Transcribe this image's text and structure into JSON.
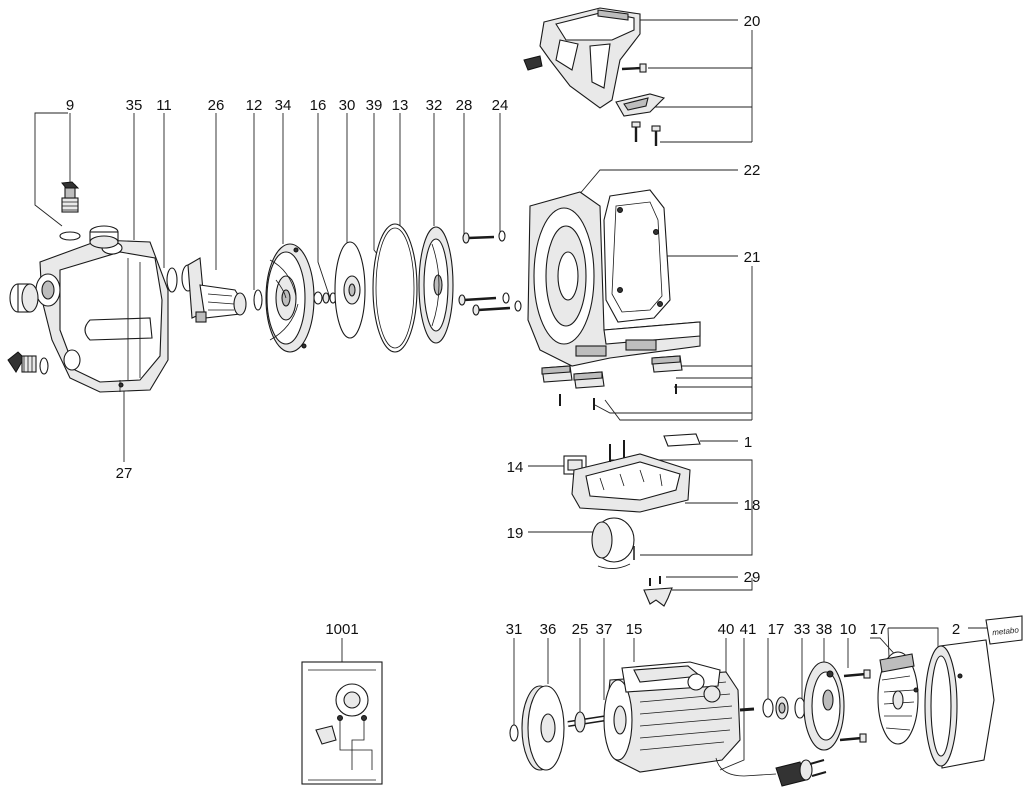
{
  "callouts": {
    "c9": "9",
    "c35": "35",
    "c11": "11",
    "c26": "26",
    "c12": "12",
    "c34": "34",
    "c16": "16",
    "c30": "30",
    "c39": "39",
    "c13": "13",
    "c32": "32",
    "c28": "28",
    "c24": "24",
    "c27": "27",
    "c20": "20",
    "c22": "22",
    "c21": "21",
    "c1": "1",
    "c14": "14",
    "c18": "18",
    "c19": "19",
    "c29": "29",
    "c1001": "1001",
    "c31": "31",
    "c36": "36",
    "c25": "25",
    "c37": "37",
    "c15": "15",
    "c40": "40",
    "c41": "41",
    "c17a": "17",
    "c33": "33",
    "c38": "38",
    "c10": "10",
    "c17b": "17",
    "c2": "2"
  },
  "sticker_text": "metabo"
}
